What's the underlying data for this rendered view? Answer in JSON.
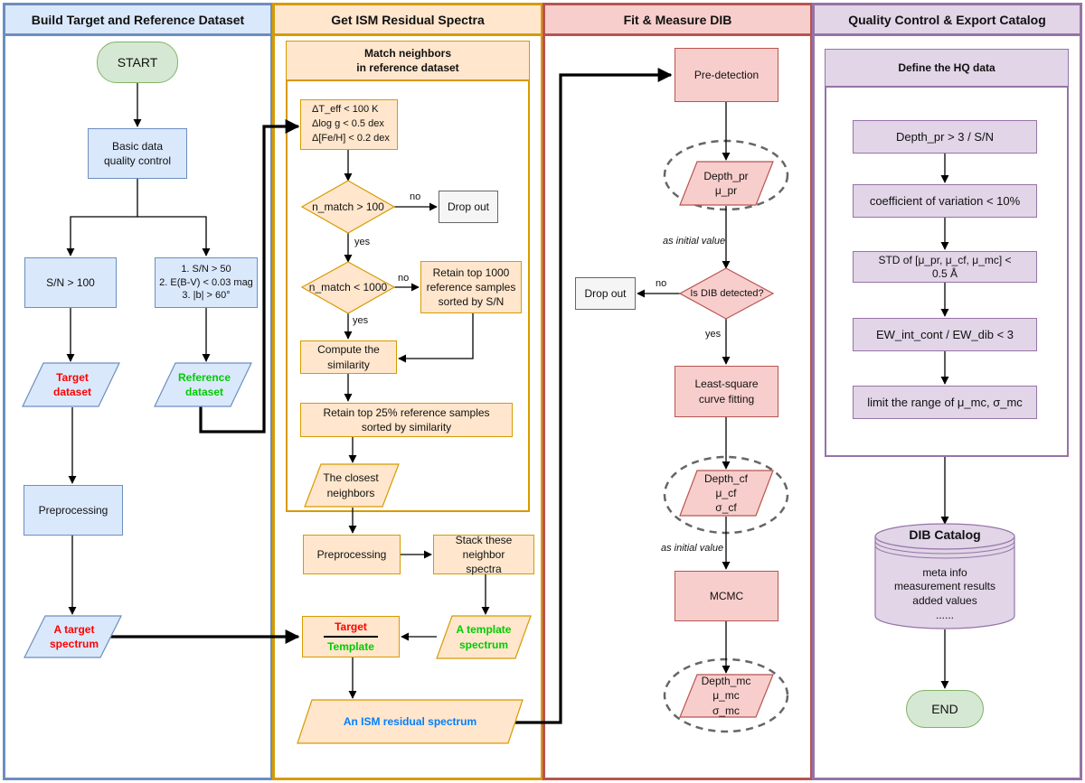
{
  "lanes": {
    "build": "Build Target and Reference Dataset",
    "ism": "Get ISM Residual Spectra",
    "fit": "Fit & Measure DIB",
    "qc": "Quality Control & Export Catalog"
  },
  "build": {
    "start": "START",
    "basic_qc": "Basic data\nquality control",
    "sn100": "S/N > 100",
    "ref_criteria": "1. S/N > 50\n2. E(B-V) < 0.03 mag\n3. |b| > 60°",
    "target_dataset": "Target\ndataset",
    "reference_dataset": "Reference\ndataset",
    "preprocessing": "Preprocessing",
    "target_spectrum": "A target\nspectrum"
  },
  "ism": {
    "match_title": "Match neighbors\nin reference dataset",
    "cond_teff": "ΔT_eff < 100 K",
    "cond_logg": "Δlog g < 0.5 dex",
    "cond_feh": "Δ[Fe/H] < 0.2 dex",
    "n_match_100": "n_match > 100",
    "no1": "no",
    "drop_out": "Drop out",
    "yes1": "yes",
    "n_match_1000": "n_match < 1000",
    "no2": "no",
    "retain_1000": "Retain top 1000\nreference samples\nsorted by S/N",
    "yes2": "yes",
    "similarity": "Compute the\nsimilarity",
    "retain_25": "Retain top 25% reference samples\nsorted by similarity",
    "closest": "The closest\nneighbors",
    "preprocessing": "Preprocessing",
    "stack": "Stack these neighbor\nspectra",
    "ratio_top": "Target",
    "ratio_bottom": "Template",
    "template_spectrum": "A template\nspectrum",
    "ism_residual": "An ISM residual spectrum"
  },
  "fit": {
    "predetection": "Pre-detection",
    "pr_params": "Depth_pr\nμ_pr",
    "initial1": "as initial value",
    "detected": "Is DIB detected?",
    "no": "no",
    "drop_out": "Drop out",
    "yes": "yes",
    "lsq": "Least-square\ncurve fitting",
    "cf_params": "Depth_cf\nμ_cf\nσ_cf",
    "initial2": "as initial value",
    "mcmc": "MCMC",
    "mc_params": "Depth_mc\nμ_mc\nσ_mc"
  },
  "qc": {
    "hq_title": "Define the HQ data",
    "c1": "Depth_pr > 3 / S/N",
    "c2": "coefficient of variation < 10%",
    "c3": "STD of  [μ_pr, μ_cf, μ_mc] <\n0.5 Å",
    "c4": "EW_int_cont / EW_dib < 3",
    "c5": "limit the range of μ_mc, σ_mc",
    "catalog_title": "DIB Catalog",
    "catalog_body": "meta info\nmeasurement results\nadded values\n......",
    "end": "END"
  },
  "colors": {
    "red_text": "#ff0000",
    "green_text": "#00cc00",
    "blue_text": "#007fff"
  }
}
